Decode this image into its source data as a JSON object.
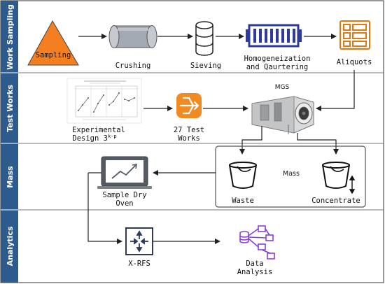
{
  "lanes": [
    "Work Sampling",
    "Test Works",
    "Mass",
    "Analytics"
  ],
  "steps": {
    "sampling": "Sampling",
    "crushing": "Crushing",
    "sieving": "Sieving",
    "homog_line1": "Homogeneization",
    "homog_line2": "and Qaurtering",
    "aliquots": "Aliquots",
    "exp_line1": "Experimental",
    "exp_line2": "Design 3",
    "exp_sup": "k-p",
    "tw_line1": "27 Test",
    "tw_line2": "Works",
    "mgs": "MGS",
    "mass": "Mass",
    "waste": "Waste",
    "concentrate": "Concentrate",
    "oven_line1": "Sample Dry",
    "oven_line2": "Oven",
    "xrfs": "X-RFS",
    "da_line1": "Data",
    "da_line2": "Analysis"
  },
  "colors": {
    "lane_header": "#2e5b8d",
    "triangle": "#f47f20",
    "drum": "#9aa0a8",
    "homog": "#2f3a9f",
    "aliquots": "#e07a10",
    "test_works": "#f28a23",
    "data_analysis": "#8a3fd6"
  },
  "icons": [
    "triangle-icon",
    "drum-icon",
    "database-icon",
    "accordion-icon",
    "tray-icon",
    "chart-thumbnail",
    "route-icon",
    "mgs-machine",
    "bucket-icon",
    "monitor-icon",
    "router-icon",
    "network-icon"
  ]
}
